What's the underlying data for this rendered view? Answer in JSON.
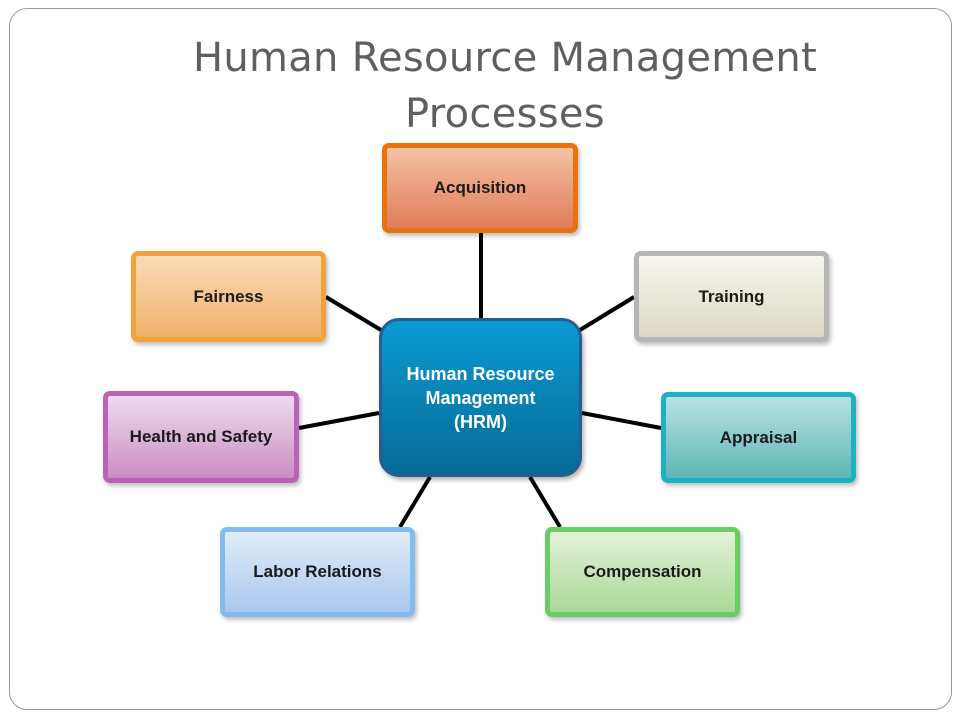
{
  "title": {
    "line1": "Human Resource Management",
    "line2": "Processes"
  },
  "hub": {
    "label": "Human Resource Management (HRM)"
  },
  "processes": [
    {
      "label": "Acquisition",
      "color": "#e8730d"
    },
    {
      "label": "Training",
      "color": "#b5b5b5"
    },
    {
      "label": "Appraisal",
      "color": "#1fb0c4"
    },
    {
      "label": "Compensation",
      "color": "#6acb67"
    },
    {
      "label": "Labor Relations",
      "color": "#84bcf1"
    },
    {
      "label": "Health and Safety",
      "color": "#bc62b6"
    },
    {
      "label": "Fairness",
      "color": "#f1a23a"
    }
  ],
  "colors": {
    "hub": "#0a86bd",
    "title": "#5f5f5f",
    "connector": "#000000"
  }
}
